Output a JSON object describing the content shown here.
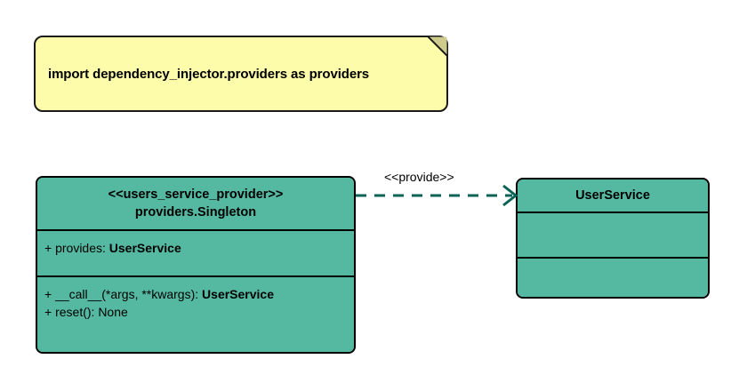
{
  "diagram": {
    "type": "uml-class-diagram",
    "background_color": "#ffffff"
  },
  "note": {
    "text": "import dependency_injector.providers as providers",
    "fill_color": "#fdfcab",
    "border_color": "#1a1a1a",
    "fold_color": "#cfcb8e"
  },
  "classes": [
    {
      "id": "users_service_provider",
      "stereotype": "<<users_service_provider>>",
      "name": "providers.Singleton",
      "fill_color": "#55b9a2",
      "border_color": "#000000",
      "attributes": [
        {
          "visibility": "+",
          "name": "provides:",
          "type": "UserService"
        }
      ],
      "operations": [
        {
          "visibility": "+",
          "name": "__call__(*args, **kwargs):",
          "type": "UserService"
        },
        {
          "visibility": "+",
          "name": "reset():",
          "type": "None"
        }
      ]
    },
    {
      "id": "user_service",
      "stereotype": "",
      "name": "UserService",
      "fill_color": "#55b9a2",
      "border_color": "#000000",
      "attributes": [],
      "operations": []
    }
  ],
  "relationship": {
    "label": "<<provide>>",
    "style": "dashed",
    "arrowhead": "open",
    "color": "#0a6455",
    "source": "users_service_provider",
    "target": "user_service"
  }
}
